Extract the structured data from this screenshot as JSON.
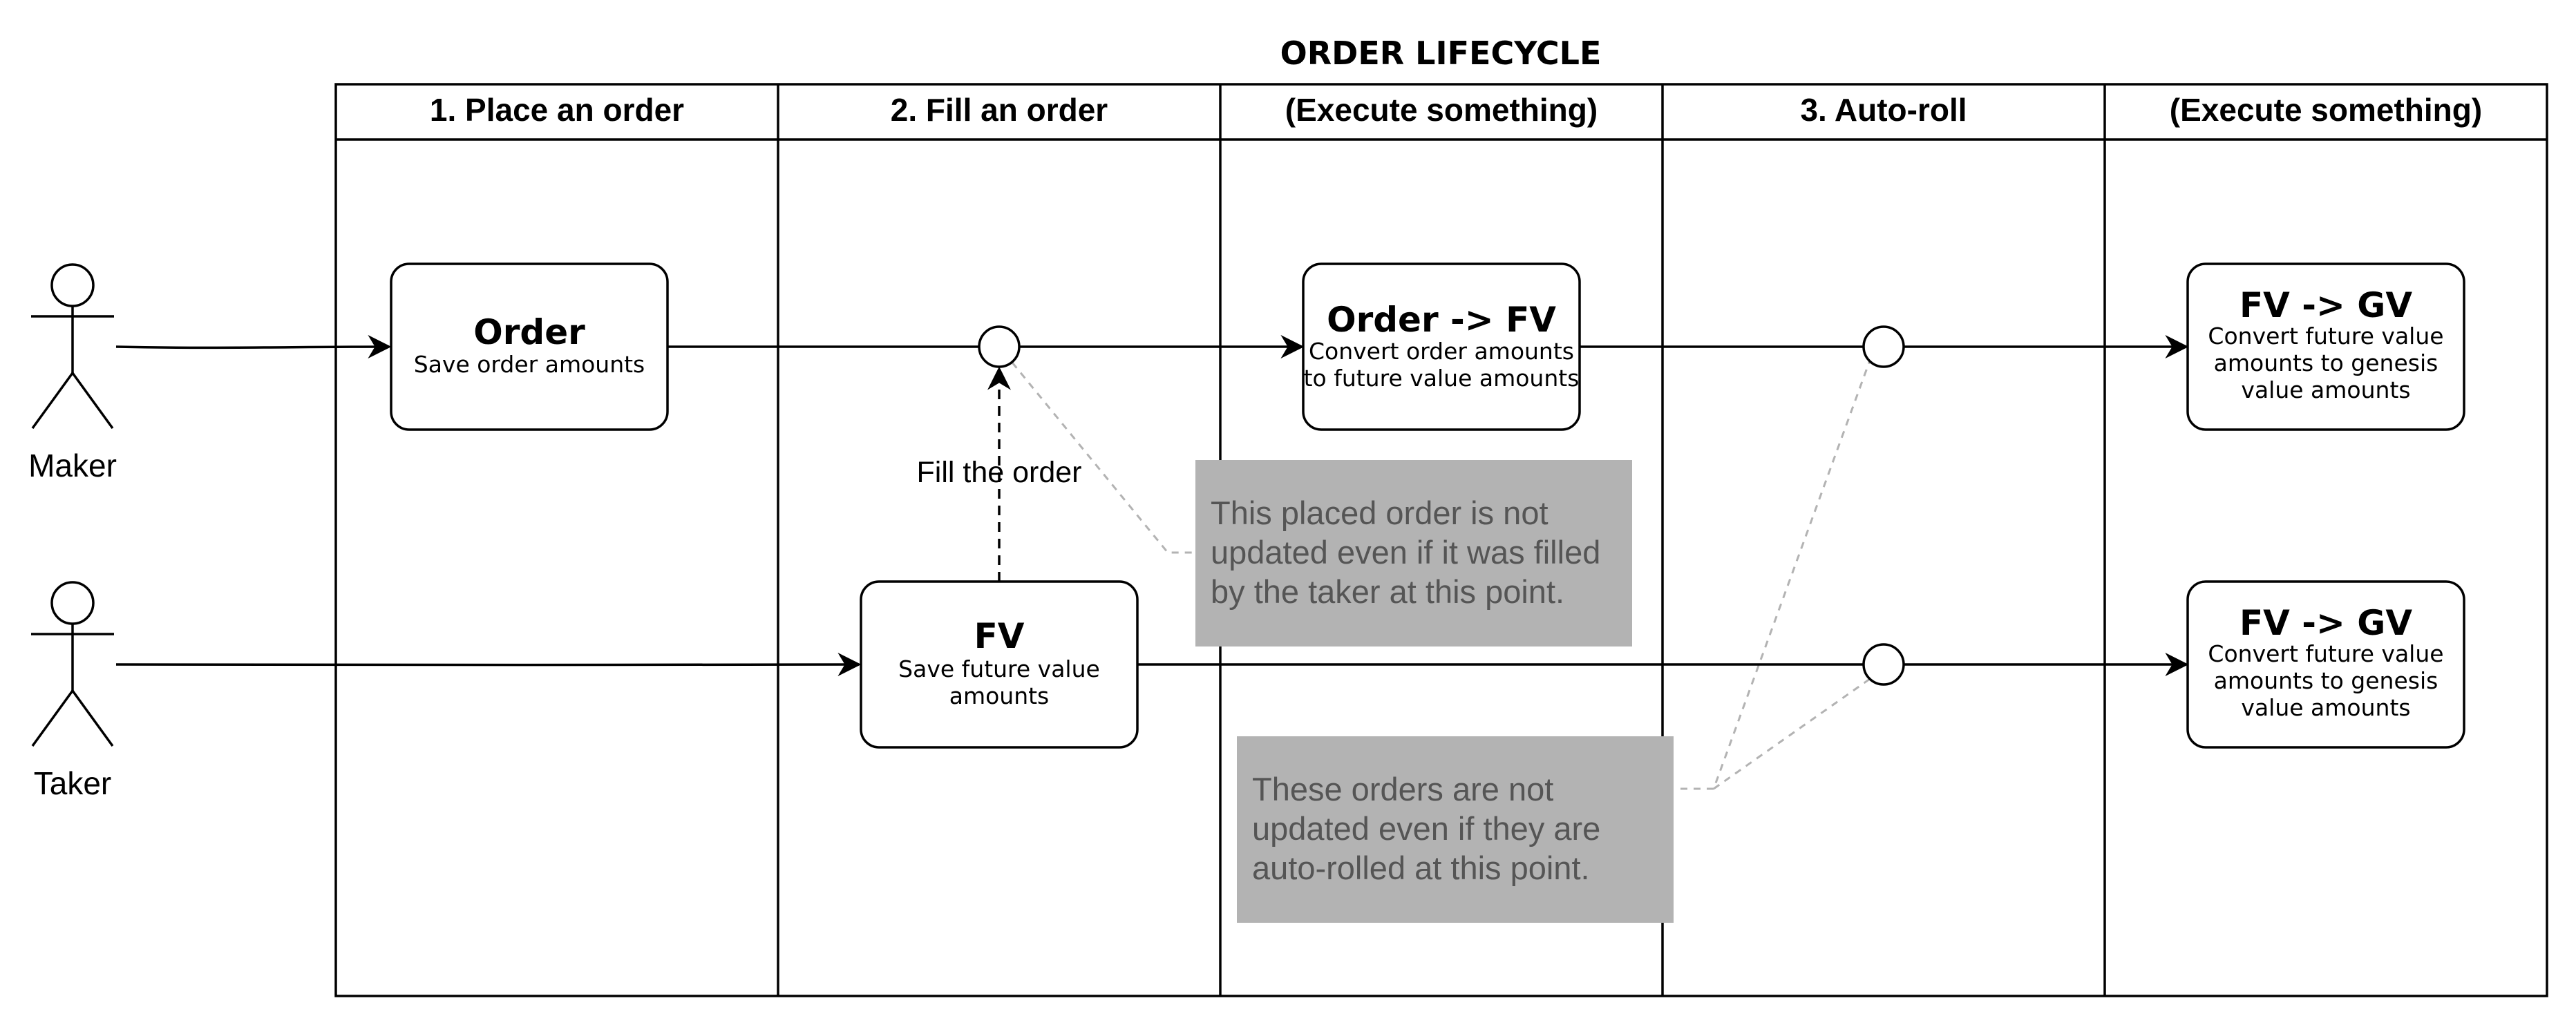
{
  "title": "ORDER LIFECYCLE",
  "lanes": [
    "1. Place an order",
    "2. Fill an order",
    "(Execute something)",
    "3. Auto-roll",
    "(Execute something)"
  ],
  "actors": {
    "maker": "Maker",
    "taker": "Taker"
  },
  "boxes": {
    "order": {
      "title": "Order",
      "lines": [
        "Save order amounts"
      ]
    },
    "order_fv": {
      "title": "Order -> FV",
      "lines": [
        "Convert order amounts",
        "to future value amounts"
      ]
    },
    "fv_gv_top": {
      "title": "FV -> GV",
      "lines": [
        "Convert future value",
        "amounts to genesis",
        "value amounts"
      ]
    },
    "fv": {
      "title": "FV",
      "lines": [
        "Save future value",
        "amounts"
      ]
    },
    "fv_gv_bottom": {
      "title": "FV -> GV",
      "lines": [
        "Convert future value",
        "amounts to genesis",
        "value amounts"
      ]
    }
  },
  "fill_label": "Fill the order",
  "notes": {
    "placed": [
      "This placed order is not",
      "updated even if it was filled",
      "by the taker at this point."
    ],
    "autoroll": [
      "These orders are not",
      "updated even if they are",
      "auto-rolled at this point."
    ]
  },
  "colors": {
    "note_background": "#b3b3b3",
    "note_text": "#555555",
    "stroke": "#000000"
  }
}
